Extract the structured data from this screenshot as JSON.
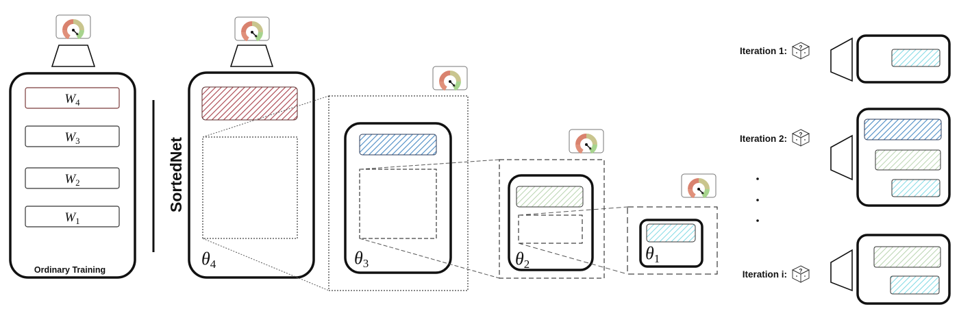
{
  "ordinary": {
    "weights": [
      {
        "base": "W",
        "sub": "4"
      },
      {
        "base": "W",
        "sub": "3"
      },
      {
        "base": "W",
        "sub": "2"
      },
      {
        "base": "W",
        "sub": "1"
      }
    ],
    "caption": "Ordinary Training"
  },
  "sortednet": {
    "label": "SortedNet",
    "thetas": [
      {
        "base": "θ",
        "sub": "4"
      },
      {
        "base": "θ",
        "sub": "3"
      },
      {
        "base": "θ",
        "sub": "2"
      },
      {
        "base": "θ",
        "sub": "1"
      }
    ]
  },
  "iterations": {
    "labels": [
      "Iteration 1:",
      "Iteration 2:",
      "Iteration i:"
    ],
    "dice_mark": "?",
    "ellipsis": "· · ·"
  },
  "colors": {
    "red": "#a8404a",
    "blue": "#4a8bc4",
    "green": "#a9c8a0",
    "cyan": "#6ad0dc",
    "gauge_red": "#d9826e",
    "gauge_green": "#a7d48e"
  },
  "icons": [
    "speedometer-icon",
    "dice-icon",
    "trapezoid-output-icon"
  ]
}
